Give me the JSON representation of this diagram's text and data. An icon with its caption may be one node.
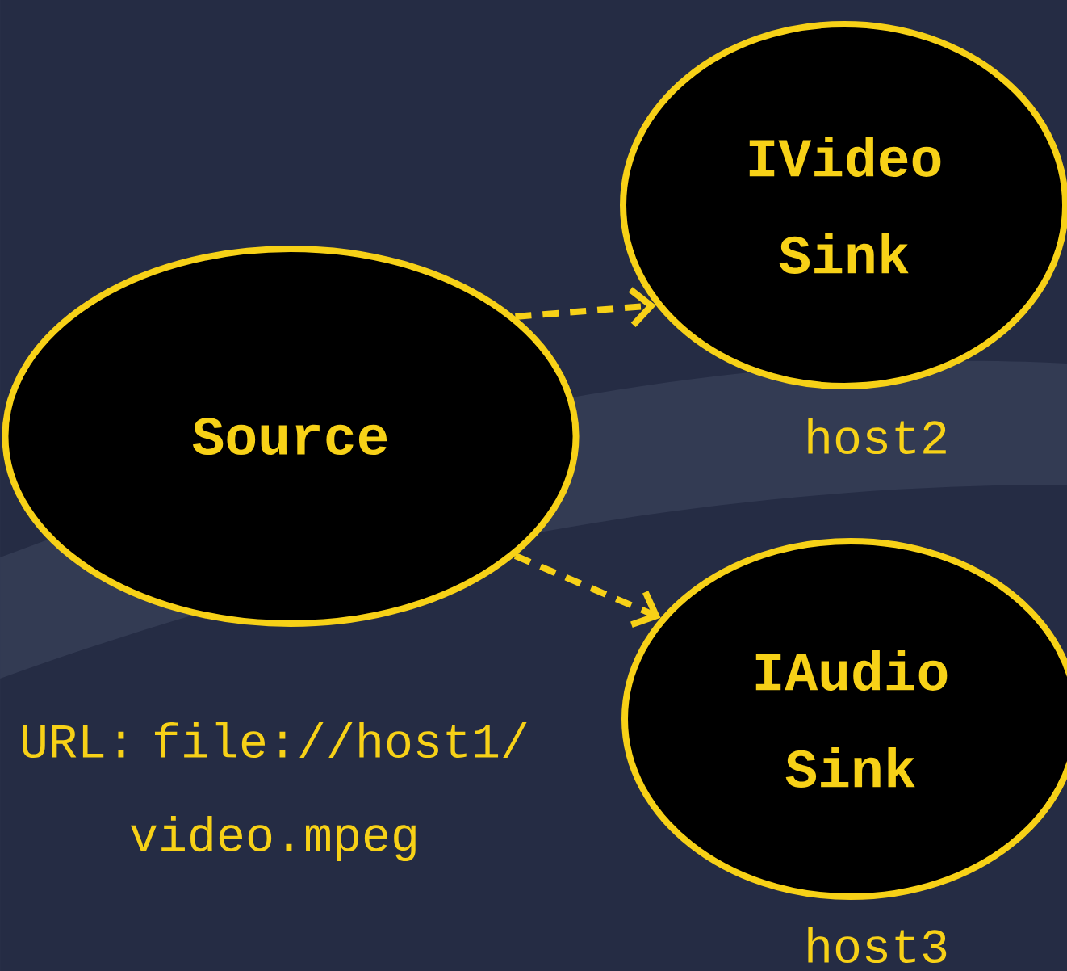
{
  "diagram": {
    "nodes": [
      {
        "text": [
          "Source"
        ],
        "beside": [
          "URL: file://host1/ video.mpeg"
        ]
      },
      {
        "text": [
          "IVideo Sink"
        ],
        "beside": [
          "host2"
        ]
      },
      {
        "text": [
          "IAudio Sink"
        ],
        "beside": [
          "host3"
        ]
      }
    ],
    "edges": [
      {
        "from": 0,
        "to": 1,
        "arrow": "to",
        "style": "dashed"
      },
      {
        "from": 0,
        "to": 2,
        "arrow": "to",
        "style": "dashed"
      }
    ]
  }
}
